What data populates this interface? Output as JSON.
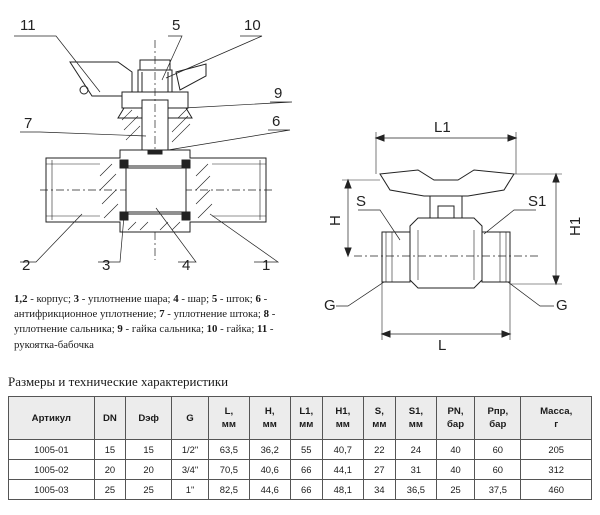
{
  "callouts": {
    "n1": "1",
    "n2": "2",
    "n3": "3",
    "n4": "4",
    "n5": "5",
    "n6": "6",
    "n7": "7",
    "n9": "9",
    "n10": "10",
    "n11": "11"
  },
  "dimensions": {
    "L1": "L1",
    "H": "H",
    "H1": "H1",
    "S": "S",
    "S1": "S1",
    "G_left": "G",
    "G_right": "G",
    "L": "L"
  },
  "legend": [
    {
      "num": "1,2",
      "text": " - корпус; "
    },
    {
      "num": "3",
      "text": " - уплотнение шара; "
    },
    {
      "num": "4",
      "text": " - шар; "
    },
    {
      "num": "5",
      "text": " - шток; "
    },
    {
      "num": "6",
      "text": " - антифрикционное уплотнение; "
    },
    {
      "num": "7",
      "text": " - уплотнение штока; "
    },
    {
      "num": "8",
      "text": " - уплотнение сальника; "
    },
    {
      "num": "9",
      "text": " - гайка сальника; "
    },
    {
      "num": "10",
      "text": " - гайка; "
    },
    {
      "num": "11",
      "text": " - рукоятка-бабочка"
    }
  ],
  "table": {
    "title": "Размеры и технические характеристики",
    "headers": [
      "Артикул",
      "DN",
      "Dэф",
      "G",
      "L,\nмм",
      "H,\nмм",
      "L1,\nмм",
      "H1,\nмм",
      "S,\nмм",
      "S1,\nмм",
      "PN,\nбар",
      "Pпр,\nбар",
      "Масса,\nг"
    ],
    "rows": [
      [
        "1005-01",
        "15",
        "15",
        "1/2\"",
        "63,5",
        "36,2",
        "55",
        "40,7",
        "22",
        "24",
        "40",
        "60",
        "205"
      ],
      [
        "1005-02",
        "20",
        "20",
        "3/4\"",
        "70,5",
        "40,6",
        "66",
        "44,1",
        "27",
        "31",
        "40",
        "60",
        "312"
      ],
      [
        "1005-03",
        "25",
        "25",
        "1\"",
        "82,5",
        "44,6",
        "66",
        "48,1",
        "34",
        "36,5",
        "25",
        "37,5",
        "460"
      ]
    ]
  }
}
